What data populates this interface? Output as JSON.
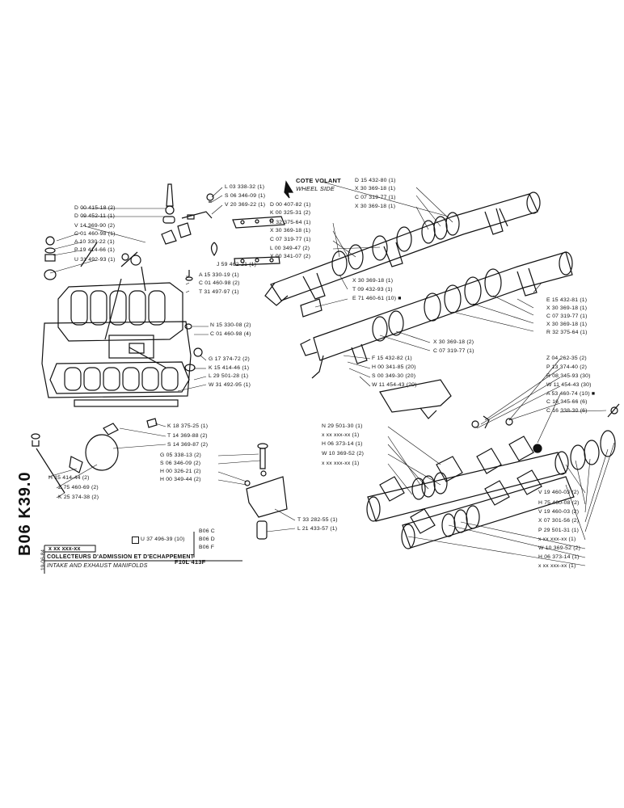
{
  "header": {
    "side_label_fr": "COTE VOLANT",
    "side_label_en": "WHEEL SIDE",
    "vertical_code": "B06 K39.0",
    "date": "19-06-84"
  },
  "title_block": {
    "xx_code": "x xx xxx-xx",
    "title_fr": "COLLECTEURS D'ADMISSION ET D'ECHAPPEMENT",
    "title_en": "INTAKE AND EXHAUST MANIFOLDS",
    "model": "F10L 413F",
    "variant_part": "U 37 496-39 (10)",
    "variants": [
      "B06 C",
      "B06 D",
      "B06 F"
    ]
  },
  "labels": [
    {
      "id": "d00415",
      "text": "D 00 415-18 (2)"
    },
    {
      "id": "d09452",
      "text": "D 09 452-11 (1)"
    },
    {
      "id": "v14369",
      "text": "V 14 369-90 (2)"
    },
    {
      "id": "c01460a",
      "text": "C 01 460-98 (1)"
    },
    {
      "id": "a10330",
      "text": "A 10 330-22 (1)"
    },
    {
      "id": "p19414",
      "text": "P 19 414-66 (1)"
    },
    {
      "id": "u31492",
      "text": "U 31 492-93 (1)"
    },
    {
      "id": "l03338",
      "text": "L 03 338-32 (1)"
    },
    {
      "id": "s06346a",
      "text": "S 06 346-09 (1)"
    },
    {
      "id": "v20369",
      "text": "V 20 369-22 (1)"
    },
    {
      "id": "d00407",
      "text": "D 00 407-82 (1)"
    },
    {
      "id": "k00325",
      "text": "K 00 325-31 (2)"
    },
    {
      "id": "r32375a",
      "text": "R 32 375-64 (1)"
    },
    {
      "id": "x30369a",
      "text": "X 30 369-18 (1)"
    },
    {
      "id": "c07319a",
      "text": "C 07 319-77 (1)"
    },
    {
      "id": "l00349",
      "text": "L 00 349-47 (2)"
    },
    {
      "id": "x00341",
      "text": "X 00 341-07 (2)"
    },
    {
      "id": "j59462",
      "text": "J 59 462-21 (1)"
    },
    {
      "id": "a15330",
      "text": "A 15 330-19 (1)"
    },
    {
      "id": "c01460b",
      "text": "C 01 460-98 (2)"
    },
    {
      "id": "t31497",
      "text": "T 31 497-97 (1)"
    },
    {
      "id": "d15432",
      "text": "D 15 432-80 (1)"
    },
    {
      "id": "x30369b",
      "text": "X 30 369-18 (1)"
    },
    {
      "id": "c07319b",
      "text": "C 07 319-77 (1)"
    },
    {
      "id": "x30369c",
      "text": "X 30 369-18 (1)"
    },
    {
      "id": "x30369d",
      "text": "X 30 369-18 (1)"
    },
    {
      "id": "t09432",
      "text": "T 09 432-93 (1)"
    },
    {
      "id": "e71460",
      "text": "E 71 460-61 (10) ■"
    },
    {
      "id": "e15432",
      "text": "E 15 432-81 (1)"
    },
    {
      "id": "x30369e",
      "text": "X 30 369-18 (1)"
    },
    {
      "id": "c07319c",
      "text": "C 07 319-77 (1)"
    },
    {
      "id": "x30369f",
      "text": "X 30 369-18 (1)"
    },
    {
      "id": "r32375b",
      "text": "R 32 375-64 (1)"
    },
    {
      "id": "n15330",
      "text": "N 15 330-08 (2)"
    },
    {
      "id": "c01460c",
      "text": "C 01 460-98 (4)"
    },
    {
      "id": "x30369g",
      "text": "X 30 369-18 (2)"
    },
    {
      "id": "c07319d",
      "text": "C 07 319-77 (1)"
    },
    {
      "id": "g17374",
      "text": "G 17 374-72 (2)"
    },
    {
      "id": "k15414",
      "text": "K 15 414-46 (1)"
    },
    {
      "id": "l29501",
      "text": "L 29 501-28 (1)"
    },
    {
      "id": "w31492",
      "text": "W 31 492-95 (1)"
    },
    {
      "id": "f15432",
      "text": "F 15 432-82 (1)"
    },
    {
      "id": "h00341",
      "text": "H 00 341-85 (20)"
    },
    {
      "id": "s00349",
      "text": "S 00 349-30 (20)"
    },
    {
      "id": "w11454a",
      "text": "W 11 454-43 (20)"
    },
    {
      "id": "z04262",
      "text": "Z 04 262-35 (2)"
    },
    {
      "id": "p13374",
      "text": "P 13 374-40 (2)"
    },
    {
      "id": "r08345",
      "text": "R 08 345-93 (30)"
    },
    {
      "id": "w11454b",
      "text": "W 11 454-43 (30)"
    },
    {
      "id": "a53460",
      "text": "A 53 460-74 (10) ■"
    },
    {
      "id": "c16345",
      "text": "C 16 345-66 (6)"
    },
    {
      "id": "c16338",
      "text": "C 16 338-30 (6)"
    },
    {
      "id": "k18375",
      "text": "K 18 375-25 (1)"
    },
    {
      "id": "t14369",
      "text": "T 14 369-88 (2)"
    },
    {
      "id": "s14369",
      "text": "S 14 369-87 (2)"
    },
    {
      "id": "n29501",
      "text": "N 29 501-30 (1)"
    },
    {
      "id": "xxa",
      "text": "x xx xxx-xx (1)"
    },
    {
      "id": "h06373a",
      "text": "H 06 373-14 (1)"
    },
    {
      "id": "w10369a",
      "text": "W 10 369-52 (2)"
    },
    {
      "id": "xxb",
      "text": "x xx xxx-xx (1)"
    },
    {
      "id": "g05338",
      "text": "G 05 338-13 (2)"
    },
    {
      "id": "s06346b",
      "text": "S 06 346-09 (2)"
    },
    {
      "id": "h00326",
      "text": "H 00 326-21 (2)"
    },
    {
      "id": "h00349",
      "text": "H 00 349-44 (2)"
    },
    {
      "id": "h15414",
      "text": "H 15 414-44 (2)"
    },
    {
      "id": "z75460",
      "text": "Z 75 460-69 (2)"
    },
    {
      "id": "k25374",
      "text": "K 25 374-38 (2)"
    },
    {
      "id": "t33282",
      "text": "T 33 282-55 (1)"
    },
    {
      "id": "l21433",
      "text": "L 21 433-57 (1)"
    },
    {
      "id": "v19460a",
      "text": "V 19 460-03 (2)"
    },
    {
      "id": "h75460",
      "text": "H 75 460-08 (2)"
    },
    {
      "id": "v19460b",
      "text": "V 19 460-03 (2)"
    },
    {
      "id": "x07301",
      "text": "X 07 301-56 (2)"
    },
    {
      "id": "p29501",
      "text": "P 29 501-31 (1)"
    },
    {
      "id": "xxc",
      "text": "x xx xxx-xx (1)"
    },
    {
      "id": "w10369b",
      "text": "W 10 369-52 (2)"
    },
    {
      "id": "h06373b",
      "text": "H 06 373-14 (1)"
    },
    {
      "id": "xxd",
      "text": "x xx xxx-xx (1)"
    }
  ]
}
